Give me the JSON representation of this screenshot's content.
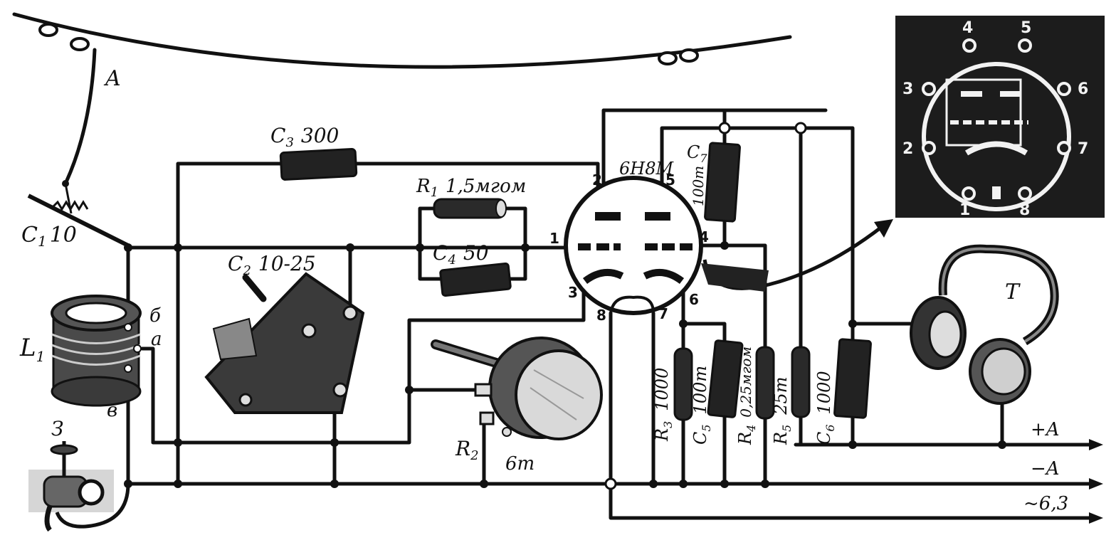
{
  "antenna": {
    "label": "A"
  },
  "capacitors": {
    "c1": {
      "name": "C",
      "sub": "1",
      "value": "10"
    },
    "c2": {
      "name": "C",
      "sub": "2",
      "value": "10-25"
    },
    "c3": {
      "name": "C",
      "sub": "3",
      "value": "300"
    },
    "c4": {
      "name": "C",
      "sub": "4",
      "value": "50"
    },
    "c5": {
      "name": "C",
      "sub": "5",
      "value": "100т"
    },
    "c6": {
      "name": "C",
      "sub": "6",
      "value": "1000"
    },
    "c7": {
      "name": "C",
      "sub": "7",
      "value": "100т"
    }
  },
  "resistors": {
    "r1": {
      "name": "R",
      "sub": "1",
      "value": "1,5мгом"
    },
    "r2": {
      "name": "R",
      "sub": "2",
      "value": "6т"
    },
    "r3": {
      "name": "R",
      "sub": "3",
      "value": "1000"
    },
    "r4": {
      "name": "R",
      "sub": "4",
      "value": "0,25мгом"
    },
    "r5": {
      "name": "R",
      "sub": "5",
      "value": "25т"
    }
  },
  "coil": {
    "name": "L",
    "sub": "1",
    "tap_b": "б",
    "tap_a": "а",
    "tap_v": "в"
  },
  "ground": {
    "label": "З"
  },
  "tube": {
    "type": "6Н8М",
    "pins": [
      "1",
      "2",
      "3",
      "4",
      "5",
      "6",
      "7",
      "8"
    ]
  },
  "socket_inset": {
    "pins": [
      "1",
      "2",
      "3",
      "4",
      "5",
      "6",
      "7",
      "8"
    ]
  },
  "headphones": {
    "label": "T"
  },
  "rails": {
    "plus_a": "+A",
    "minus_a": "−A",
    "ac": "~6,3"
  }
}
